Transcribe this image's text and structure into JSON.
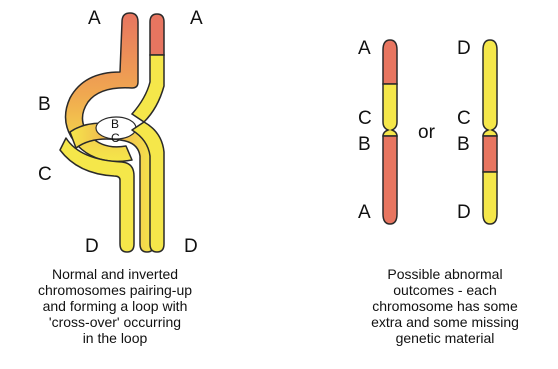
{
  "colors": {
    "red": "#E77560",
    "yellow": "#F5E74A",
    "outline": "#2a2a2a",
    "background": "#ffffff"
  },
  "left_panel": {
    "labels": {
      "a_left": "A",
      "a_right": "A",
      "b": "B",
      "c": "C",
      "d_left": "D",
      "d_right": "D",
      "loop_b": "B",
      "loop_c": "C"
    },
    "caption_lines": [
      "Normal and inverted",
      "chromosomes pairing-up",
      "and forming a loop with",
      "'cross-over' occurring",
      "in the loop"
    ]
  },
  "right_panel": {
    "labels": {
      "c1_a_top": "A",
      "c1_c": "C",
      "c1_b": "B",
      "c1_a_bottom": "A",
      "or": "or",
      "c2_d_top": "D",
      "c2_c": "C",
      "c2_b": "B",
      "c2_d_bottom": "D"
    },
    "caption_lines": [
      "Possible abnormal",
      "outcomes - each",
      "chromosome has some",
      "extra and some missing",
      "genetic material"
    ]
  }
}
